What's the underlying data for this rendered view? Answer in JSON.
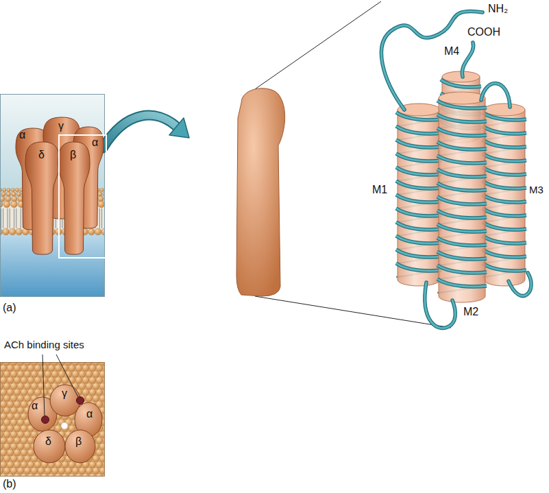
{
  "diagram": {
    "nodes": [
      {
        "text": [
          "α"
        ]
      },
      {
        "text": [
          "γ"
        ]
      },
      {
        "text": [
          "α"
        ]
      },
      {
        "text": [
          "δ"
        ]
      },
      {
        "text": [
          "β"
        ]
      },
      {
        "text": [
          "α"
        ]
      },
      {
        "text": [
          "γ"
        ]
      },
      {
        "text": [
          "α"
        ]
      },
      {
        "text": [
          "δ"
        ]
      },
      {
        "text": [
          "β"
        ]
      }
    ],
    "labels": [
      "NH₂",
      "COOH",
      "M4",
      "M1",
      "M3",
      "M2",
      "(a)",
      "ACh binding sites",
      "(b)"
    ]
  }
}
